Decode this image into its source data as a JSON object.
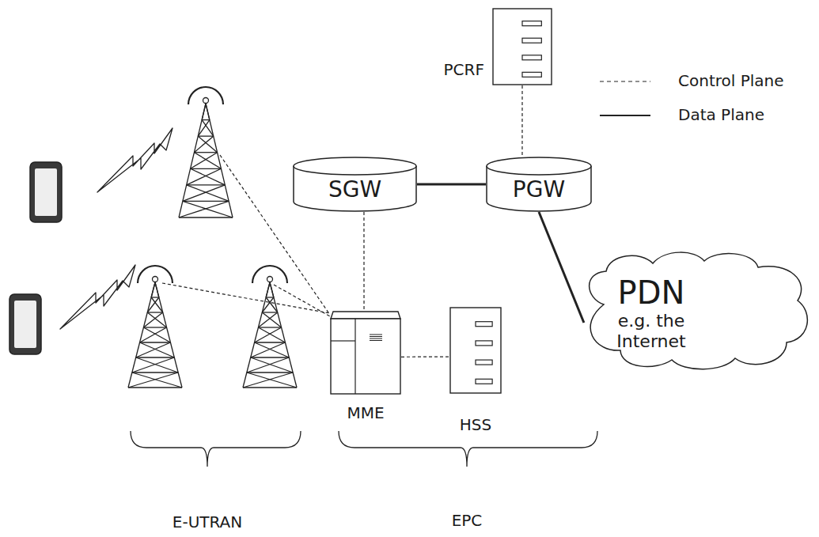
{
  "diagram": {
    "nodes": [
      {
        "text": [
          "PCRF"
        ]
      },
      {
        "text": [
          "SGW"
        ]
      },
      {
        "text": [
          "PGW"
        ]
      },
      {
        "text": [
          "PDN",
          "e.g. the Internet"
        ]
      },
      {
        "text": [
          "MME"
        ]
      },
      {
        "text": [
          "HSS"
        ]
      }
    ],
    "edges": [
      {
        "from": 1,
        "to": 2,
        "arrow": "none"
      },
      {
        "from": 0,
        "to": 2,
        "arrow": "none"
      },
      {
        "from": 2,
        "to": 3,
        "arrow": "none"
      },
      {
        "from": 1,
        "to": 4,
        "arrow": "none"
      },
      {
        "from": 4,
        "to": 5,
        "arrow": "none"
      }
    ],
    "labels": [
      "E-UTRAN",
      "EPC"
    ],
    "legend": [
      {
        "text": "Control Plane"
      },
      {
        "text": "Data Plane"
      }
    ]
  }
}
